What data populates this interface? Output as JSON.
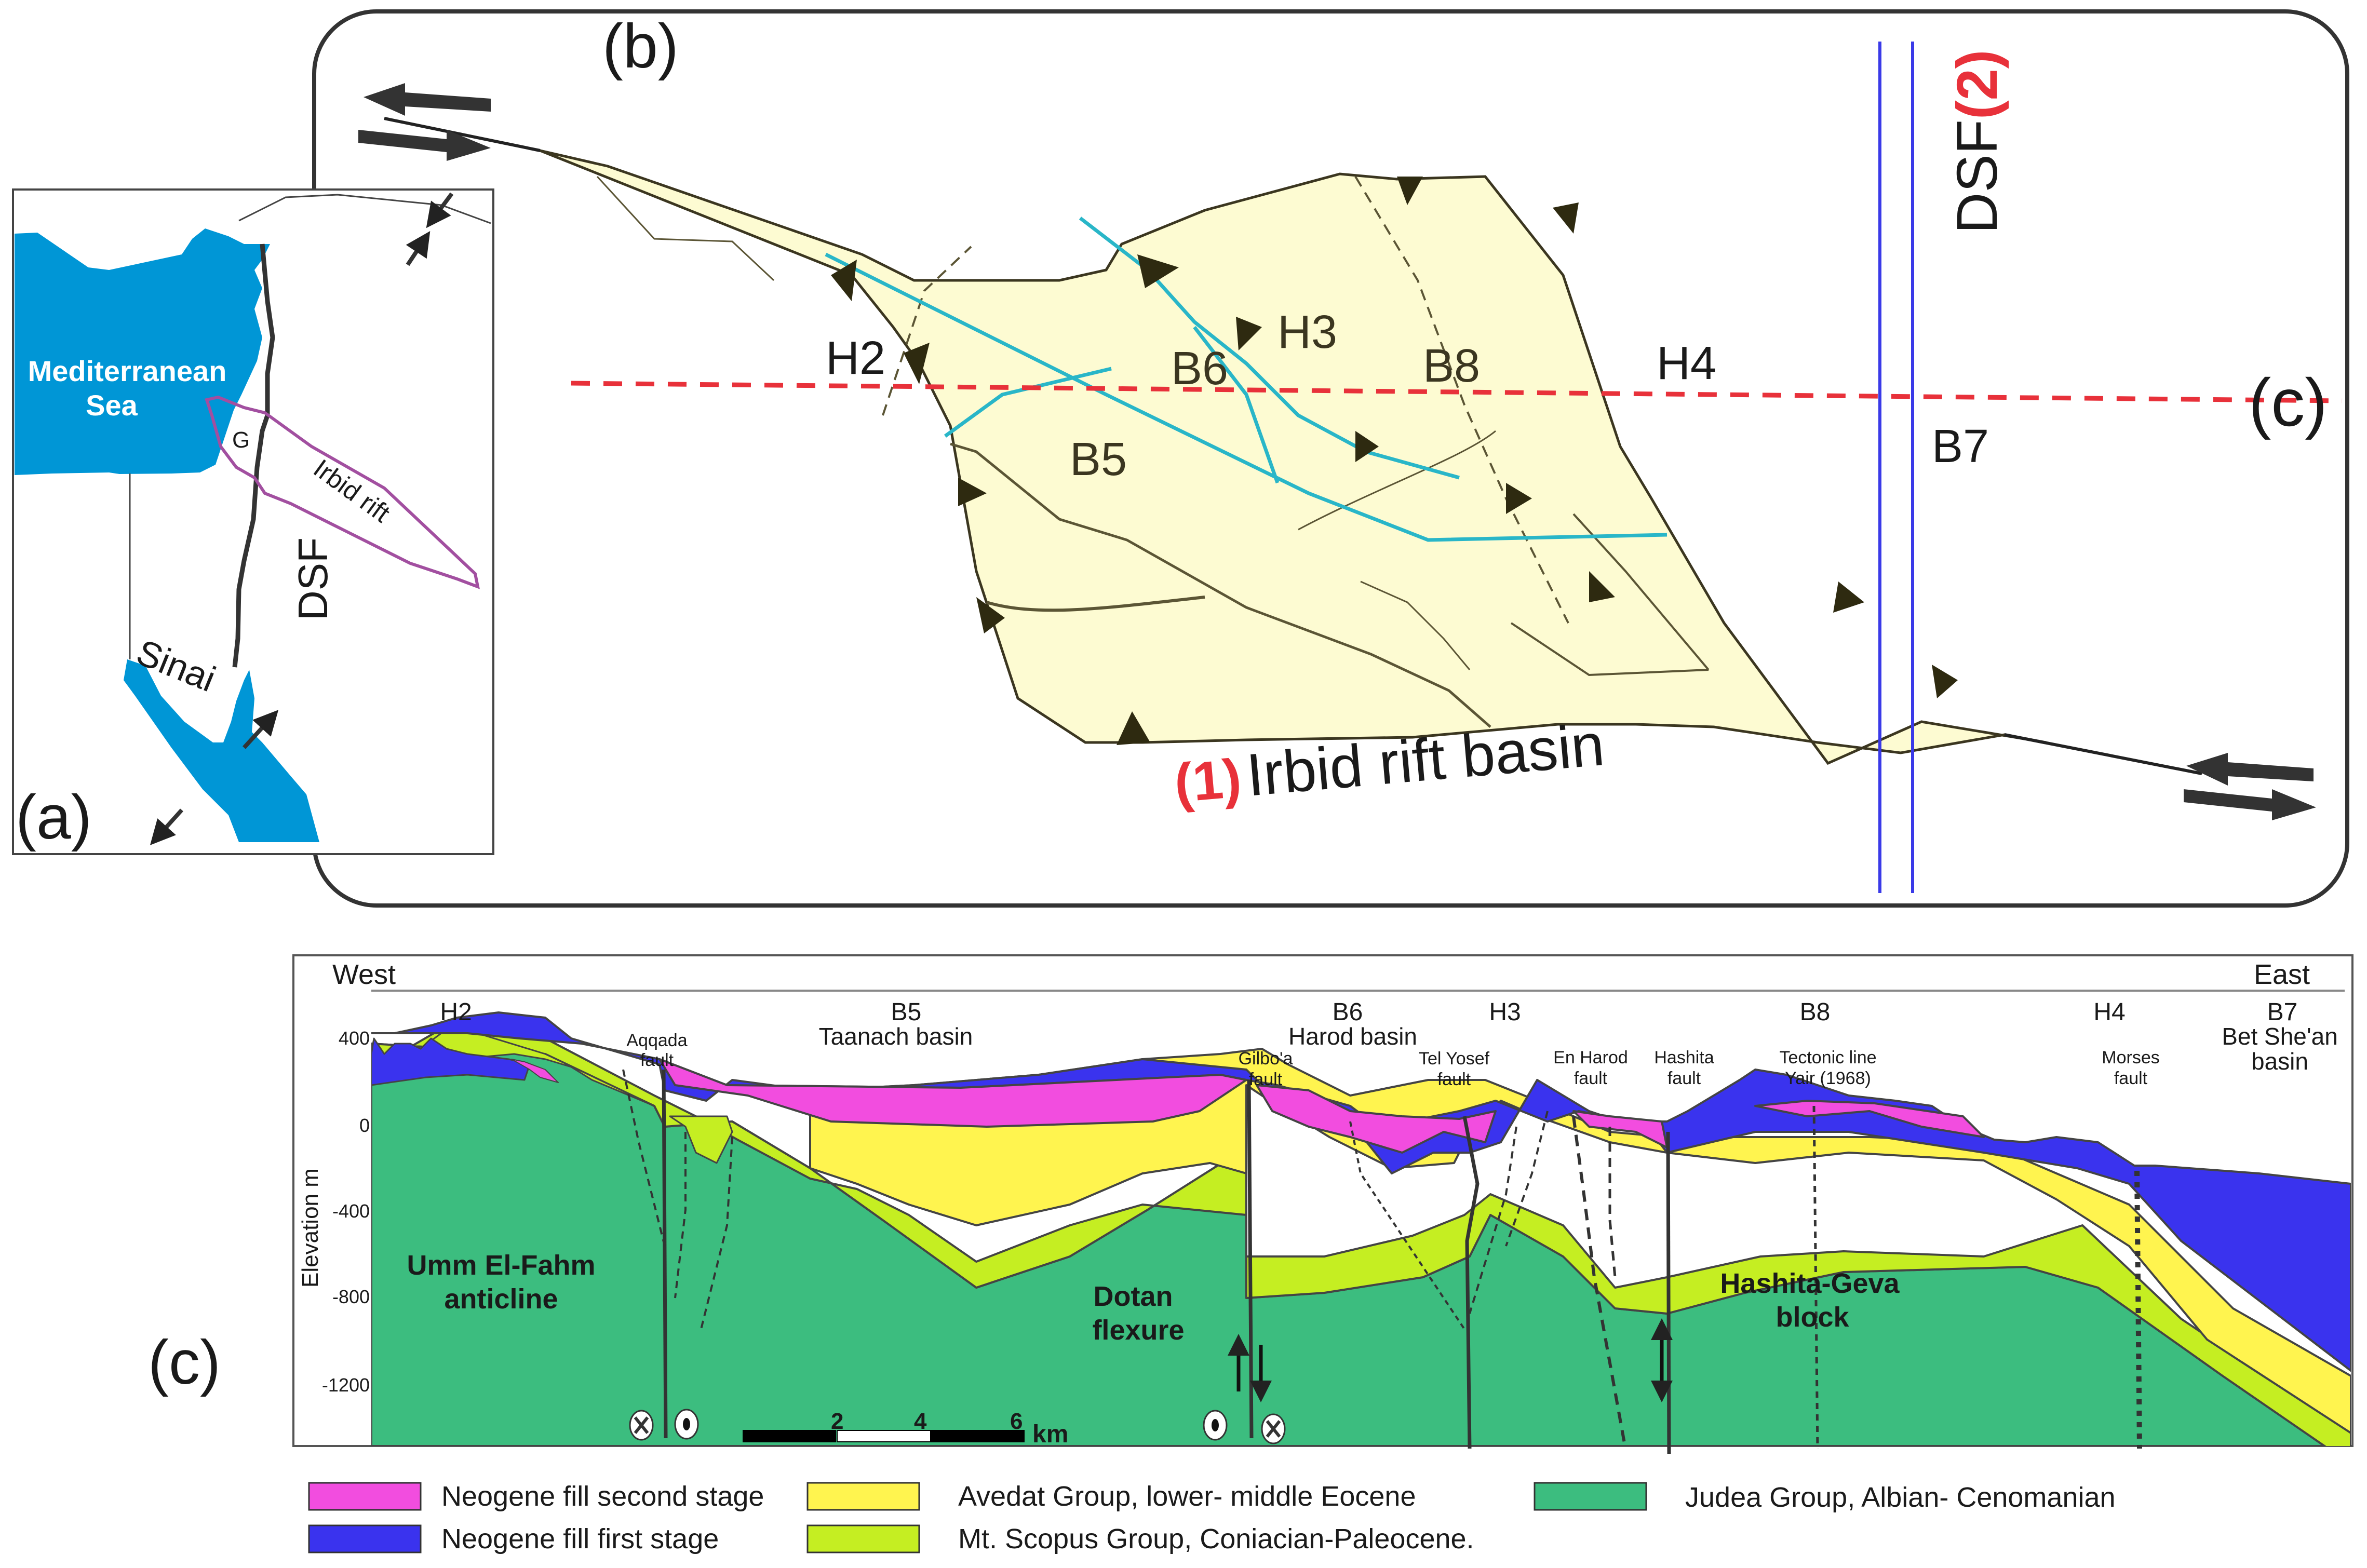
{
  "figure": {
    "panel_labels": {
      "a": "(a)",
      "b": "(b)",
      "c": "(c)"
    }
  },
  "panel_a": {
    "sea_label_line1": "Mediterranean",
    "sea_label_line2": "Sea",
    "g_label": "G",
    "rift_label": "Irbid rift",
    "dsf_label": "DSF",
    "sinai_label": "Sinai",
    "colors": {
      "sea": "#0096d6",
      "rift_outline": "#a24fa0"
    }
  },
  "panel_b": {
    "labels": {
      "H2": "H2",
      "H3": "H3",
      "H4": "H4",
      "B5": "B5",
      "B6": "B6",
      "B7": "B7",
      "B8": "B8"
    },
    "section_line_label": "(c)",
    "dsf_label": "DSF",
    "dsf_number": "(2)",
    "basin_number": "(1)",
    "basin_label": "Irbid rift basin",
    "colors": {
      "basin_fill": "#fdfbd2",
      "faults": "#29b6c8",
      "section_line": "#e8313a",
      "dsf_lines": "#3a3ae8"
    }
  },
  "panel_c": {
    "west_label": "West",
    "east_label": "East",
    "y_axis_label": "Elevation m",
    "y_ticks": [
      "400",
      "0",
      "-400",
      "-800",
      "-1200"
    ],
    "y_range_m": [
      -1400,
      450
    ],
    "structure_labels": [
      {
        "id": "H2",
        "code": "H2",
        "name": ""
      },
      {
        "id": "B5",
        "code": "B5",
        "name": "Taanach basin"
      },
      {
        "id": "B6",
        "code": "B6",
        "name": "Harod basin"
      },
      {
        "id": "H3",
        "code": "H3",
        "name": ""
      },
      {
        "id": "B8",
        "code": "B8",
        "name": ""
      },
      {
        "id": "H4",
        "code": "H4",
        "name": ""
      },
      {
        "id": "B7",
        "code": "B7",
        "name_line1": "Bet She'an",
        "name_line2": "basin"
      }
    ],
    "fault_labels": [
      {
        "line1": "Aqqada",
        "line2": "fault"
      },
      {
        "line1": "Gilbo'a",
        "line2": "fault"
      },
      {
        "line1": "Tel Yosef",
        "line2": "fault"
      },
      {
        "line1": "En Harod",
        "line2": "fault"
      },
      {
        "line1": "Hashita",
        "line2": "fault"
      },
      {
        "line1": "Tectonic line",
        "line2": "Yair (1968)"
      },
      {
        "line1": "Morses",
        "line2": "fault"
      }
    ],
    "body_labels": [
      {
        "line1": "Umm El-Fahm",
        "line2": "anticline"
      },
      {
        "line1": "Dotan",
        "line2": "flexure"
      },
      {
        "line1": "Hashita-Geva",
        "line2": "block"
      }
    ],
    "scale_bar": {
      "ticks": [
        "2",
        "4",
        "6"
      ],
      "unit": "km"
    }
  },
  "legend": {
    "items": [
      {
        "label": "Neogene fill second stage",
        "color": "#f24ddf"
      },
      {
        "label": "Neogene fill first stage",
        "color": "#3a33ee"
      },
      {
        "label": "Avedat Group, lower- middle Eocene",
        "color": "#fff44f"
      },
      {
        "label": "Mt. Scopus Group, Coniacian-Paleocene.",
        "color": "#c5ee22"
      },
      {
        "label": "Judea Group, Albian- Cenomanian",
        "color": "#3cbd7f"
      }
    ]
  }
}
